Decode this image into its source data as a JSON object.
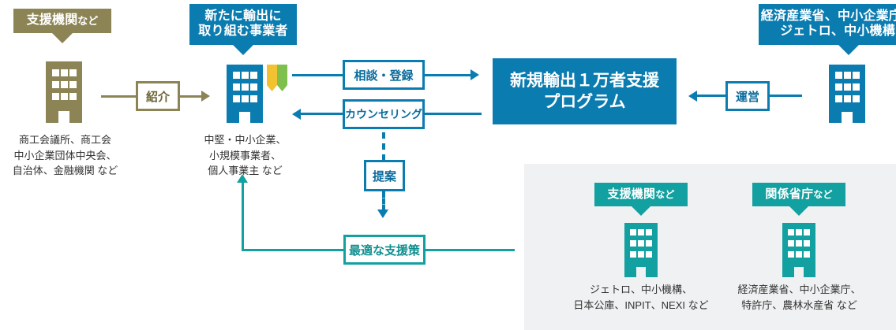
{
  "colors": {
    "olive": "#8c8455",
    "blue": "#0b7cb0",
    "blue_dark": "#0a6fa0",
    "teal": "#13a0a0",
    "panel_grey": "#f0f1f2",
    "book_yellow": "#f2c230",
    "book_green": "#7fbf4d",
    "text_grey": "#333333"
  },
  "left_group": {
    "callout": {
      "main": "支援機関",
      "suffix": "など"
    },
    "icon": "building-icon",
    "caption": [
      "商工会議所、商工会",
      "中小企業団体中央会、",
      "自治体、金融機関 など"
    ]
  },
  "introduce_connector": {
    "label": "紹介"
  },
  "center_group": {
    "callout": {
      "line1": "新たに輸出に",
      "line2": "取り組む事業者"
    },
    "icon": "building-icon",
    "book_icon": "open-book-icon",
    "caption": [
      "中堅・中小企業、",
      "小規模事業者、",
      "個人事業主 など"
    ]
  },
  "flows": {
    "consult": "相談・登録",
    "counseling": "カウンセリング",
    "proposal": "提案",
    "best_support": "最適な支援策"
  },
  "program": {
    "line1": "新規輸出１万者支援",
    "line2": "プログラム"
  },
  "operate_connector": {
    "label": "運営"
  },
  "right_group": {
    "callout": {
      "line1": "経済産業省、中小企業庁、",
      "line2": "ジェトロ、中小機構"
    },
    "icon": "building-icon"
  },
  "bottom_panel": {
    "support_orgs": {
      "callout": {
        "main": "支援機関",
        "suffix": "など"
      },
      "icon": "building-icon",
      "caption": [
        "ジェトロ、中小機構、",
        "日本公庫、INPIT、NEXI など"
      ]
    },
    "ministries": {
      "callout": {
        "main": "関係省庁",
        "suffix": "など"
      },
      "icon": "building-icon",
      "caption": [
        "経済産業省、中小企業庁、",
        "特許庁、農林水産省 など"
      ]
    }
  }
}
